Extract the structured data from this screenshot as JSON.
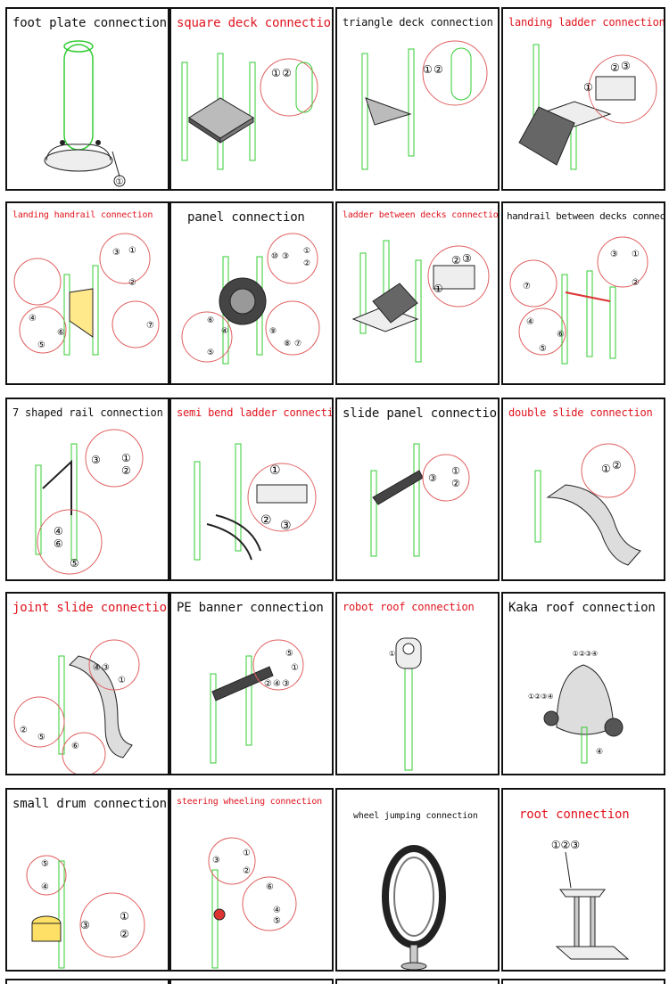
{
  "colors": {
    "title_red": "#e0141e",
    "title_black": "#111111",
    "post_green": "#33cc33",
    "callout_red": "#e06060"
  },
  "panels": [
    {
      "title": "foot plate connection",
      "red": false
    },
    {
      "title": "square deck connection",
      "red": true
    },
    {
      "title": "triangle deck connection",
      "red": false
    },
    {
      "title": "landing ladder connection",
      "red": true
    },
    {
      "title": "landing handrail connection",
      "red": true
    },
    {
      "title": "panel connection",
      "red": false
    },
    {
      "title": "ladder between decks connection",
      "red": true
    },
    {
      "title": "handrail between decks connection",
      "red": false
    },
    {
      "title": "7 shaped rail connection",
      "red": false
    },
    {
      "title": "semi bend ladder connection",
      "red": true
    },
    {
      "title": "slide panel connection",
      "red": false
    },
    {
      "title": "double slide connection",
      "red": true
    },
    {
      "title": "joint slide connection",
      "red": true
    },
    {
      "title": "PE banner connection",
      "red": false
    },
    {
      "title": "robot roof connection",
      "red": true
    },
    {
      "title": "Kaka roof connection",
      "red": false
    },
    {
      "title": "small drum connection",
      "red": false
    },
    {
      "title": "steering wheeling connection",
      "red": true
    },
    {
      "title": "wheel jumping connection",
      "red": false
    },
    {
      "title": "root connection",
      "red": true
    }
  ],
  "callouts": {
    "foot_plate": [
      "①"
    ],
    "square_deck": [
      "①",
      "②"
    ],
    "triangle_deck": [
      "①",
      "②"
    ],
    "landing_ladder": [
      "①",
      "②",
      "③"
    ],
    "landing_handrail": [
      "①",
      "②",
      "③",
      "④",
      "⑤",
      "⑥",
      "⑦"
    ],
    "panel": [
      "①",
      "②",
      "③",
      "④",
      "⑤",
      "⑥",
      "⑦",
      "⑧",
      "⑨",
      "⑩"
    ],
    "ladder_between": [
      "①",
      "②",
      "③"
    ],
    "handrail_between": [
      "①",
      "②",
      "③",
      "④",
      "⑤",
      "⑥",
      "⑦"
    ],
    "seven_rail": [
      "①",
      "②",
      "③",
      "④",
      "⑤",
      "⑥"
    ],
    "semi_ladder": [
      "①",
      "②",
      "③"
    ],
    "slide_panel": [
      "①",
      "②",
      "③"
    ],
    "double_slide": [
      "①",
      "②"
    ],
    "joint_slide": [
      "①",
      "②",
      "③",
      "④",
      "⑤",
      "⑥"
    ],
    "pe_banner": [
      "①",
      "②",
      "③",
      "④",
      "⑤"
    ],
    "robot_roof": [
      "①"
    ],
    "kaka_roof": [
      "①②③④",
      "④",
      "①②③④"
    ],
    "small_drum": [
      "①",
      "②",
      "③",
      "④",
      "⑤"
    ],
    "steering": [
      "①",
      "②",
      "③",
      "④",
      "⑤",
      "⑥"
    ],
    "root": [
      "①②③"
    ]
  }
}
